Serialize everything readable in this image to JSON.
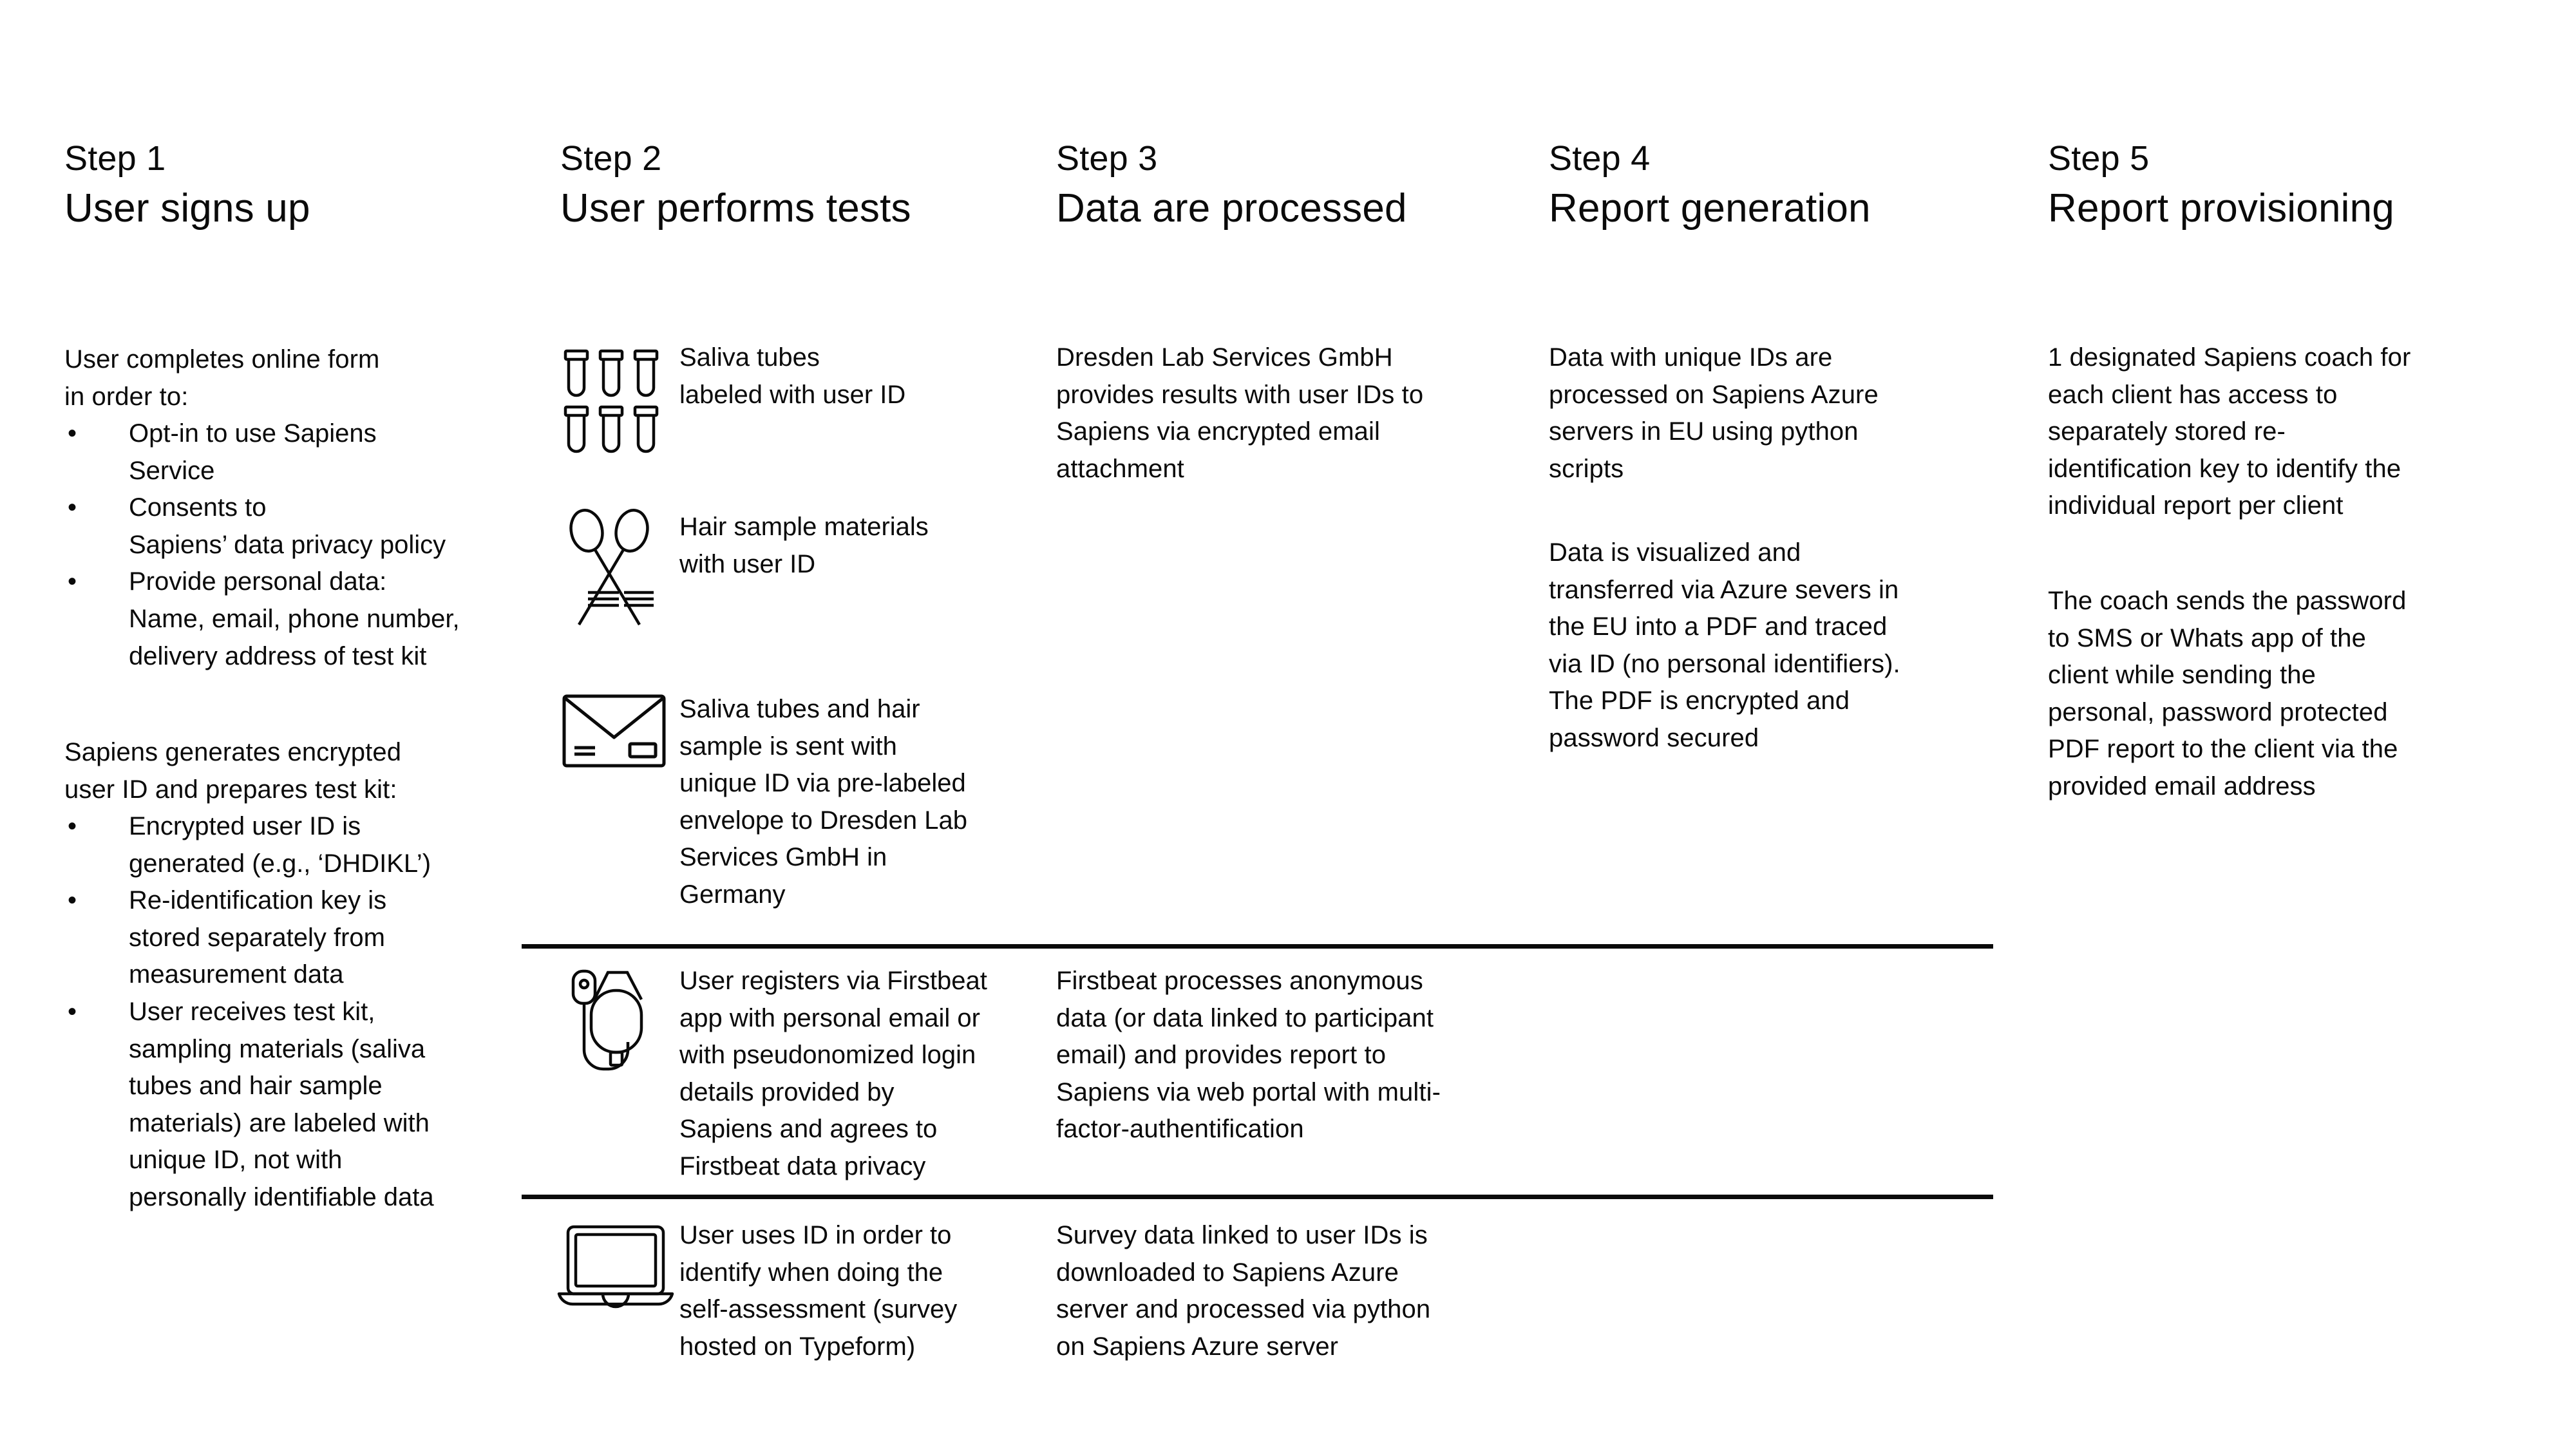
{
  "steps": [
    {
      "label": "Step 1",
      "title": "User signs up"
    },
    {
      "label": "Step 2",
      "title": "User performs tests"
    },
    {
      "label": "Step 3",
      "title": "Data are processed"
    },
    {
      "label": "Step 4",
      "title": "Report generation"
    },
    {
      "label": "Step 5",
      "title": "Report provisioning"
    }
  ],
  "column1": {
    "intro1": "User completes online form\nin order to:",
    "bullets1": [
      "Opt-in to use Sapiens\nService",
      "Consents to\nSapiens’ data privacy policy",
      "Provide personal data:\nName, email, phone number,\ndelivery address of test kit"
    ],
    "intro2": "Sapiens generates encrypted\nuser ID and prepares test kit:",
    "bullets2": [
      "Encrypted user ID is\ngenerated (e.g., ‘DHDIKL’)",
      "Re-identification key is\nstored separately from\nmeasurement data",
      "User receives test kit,\nsampling materials (saliva\ntubes and hair sample\nmaterials) are labeled with\nunique ID, not with\npersonally identifiable data"
    ],
    "bullet_marker": "•"
  },
  "column2": {
    "rows": [
      {
        "icon": "test-tubes-icon",
        "text": "Saliva tubes\nlabeled with user ID"
      },
      {
        "icon": "scissors-hair-icon",
        "text": "Hair sample materials\nwith user ID"
      },
      {
        "icon": "envelope-icon",
        "text": "Saliva tubes and hair\nsample is sent with\nunique ID via pre-labeled\nenvelope to Dresden Lab\nServices GmbH in\nGermany"
      },
      {
        "icon": "heart-rate-sensor-icon",
        "text": "User registers via Firstbeat\napp with personal email or\nwith pseudonomized login\ndetails provided by\nSapiens and agrees to\nFirstbeat data privacy"
      },
      {
        "icon": "laptop-icon",
        "text": "User uses ID in order to\nidentify when doing the\nself-assessment (survey\nhosted on Typeform)"
      }
    ]
  },
  "column3": {
    "rows": [
      "Dresden Lab Services GmbH\nprovides results with user IDs to\nSapiens via encrypted email\nattachment",
      "Firstbeat processes anonymous\ndata (or data linked to participant\nemail) and provides report to\nSapiens via web portal with multi-\nfactor-authentification",
      "Survey data linked to user IDs is\ndownloaded to Sapiens Azure\nserver and processed via python\non Sapiens Azure server"
    ]
  },
  "column4": {
    "paragraphs": [
      "Data with unique IDs are\nprocessed on Sapiens Azure\nservers in EU using python\nscripts",
      "Data is visualized and\ntransferred via Azure severs in\nthe EU into a PDF and traced\nvia ID (no personal identifiers).\nThe PDF is encrypted and\npassword secured"
    ]
  },
  "column5": {
    "paragraphs": [
      "1 designated Sapiens coach for\neach client has access to\nseparately stored re-\nidentification key to identify the\nindividual report per client",
      "The coach sends the password\nto SMS or Whats app of the\nclient while sending the\npersonal, password protected\nPDF report to the client via the\nprovided email address"
    ]
  },
  "colors": {
    "text": "#0a0a0a",
    "background": "#ffffff",
    "rule": "#0a0a0a"
  }
}
